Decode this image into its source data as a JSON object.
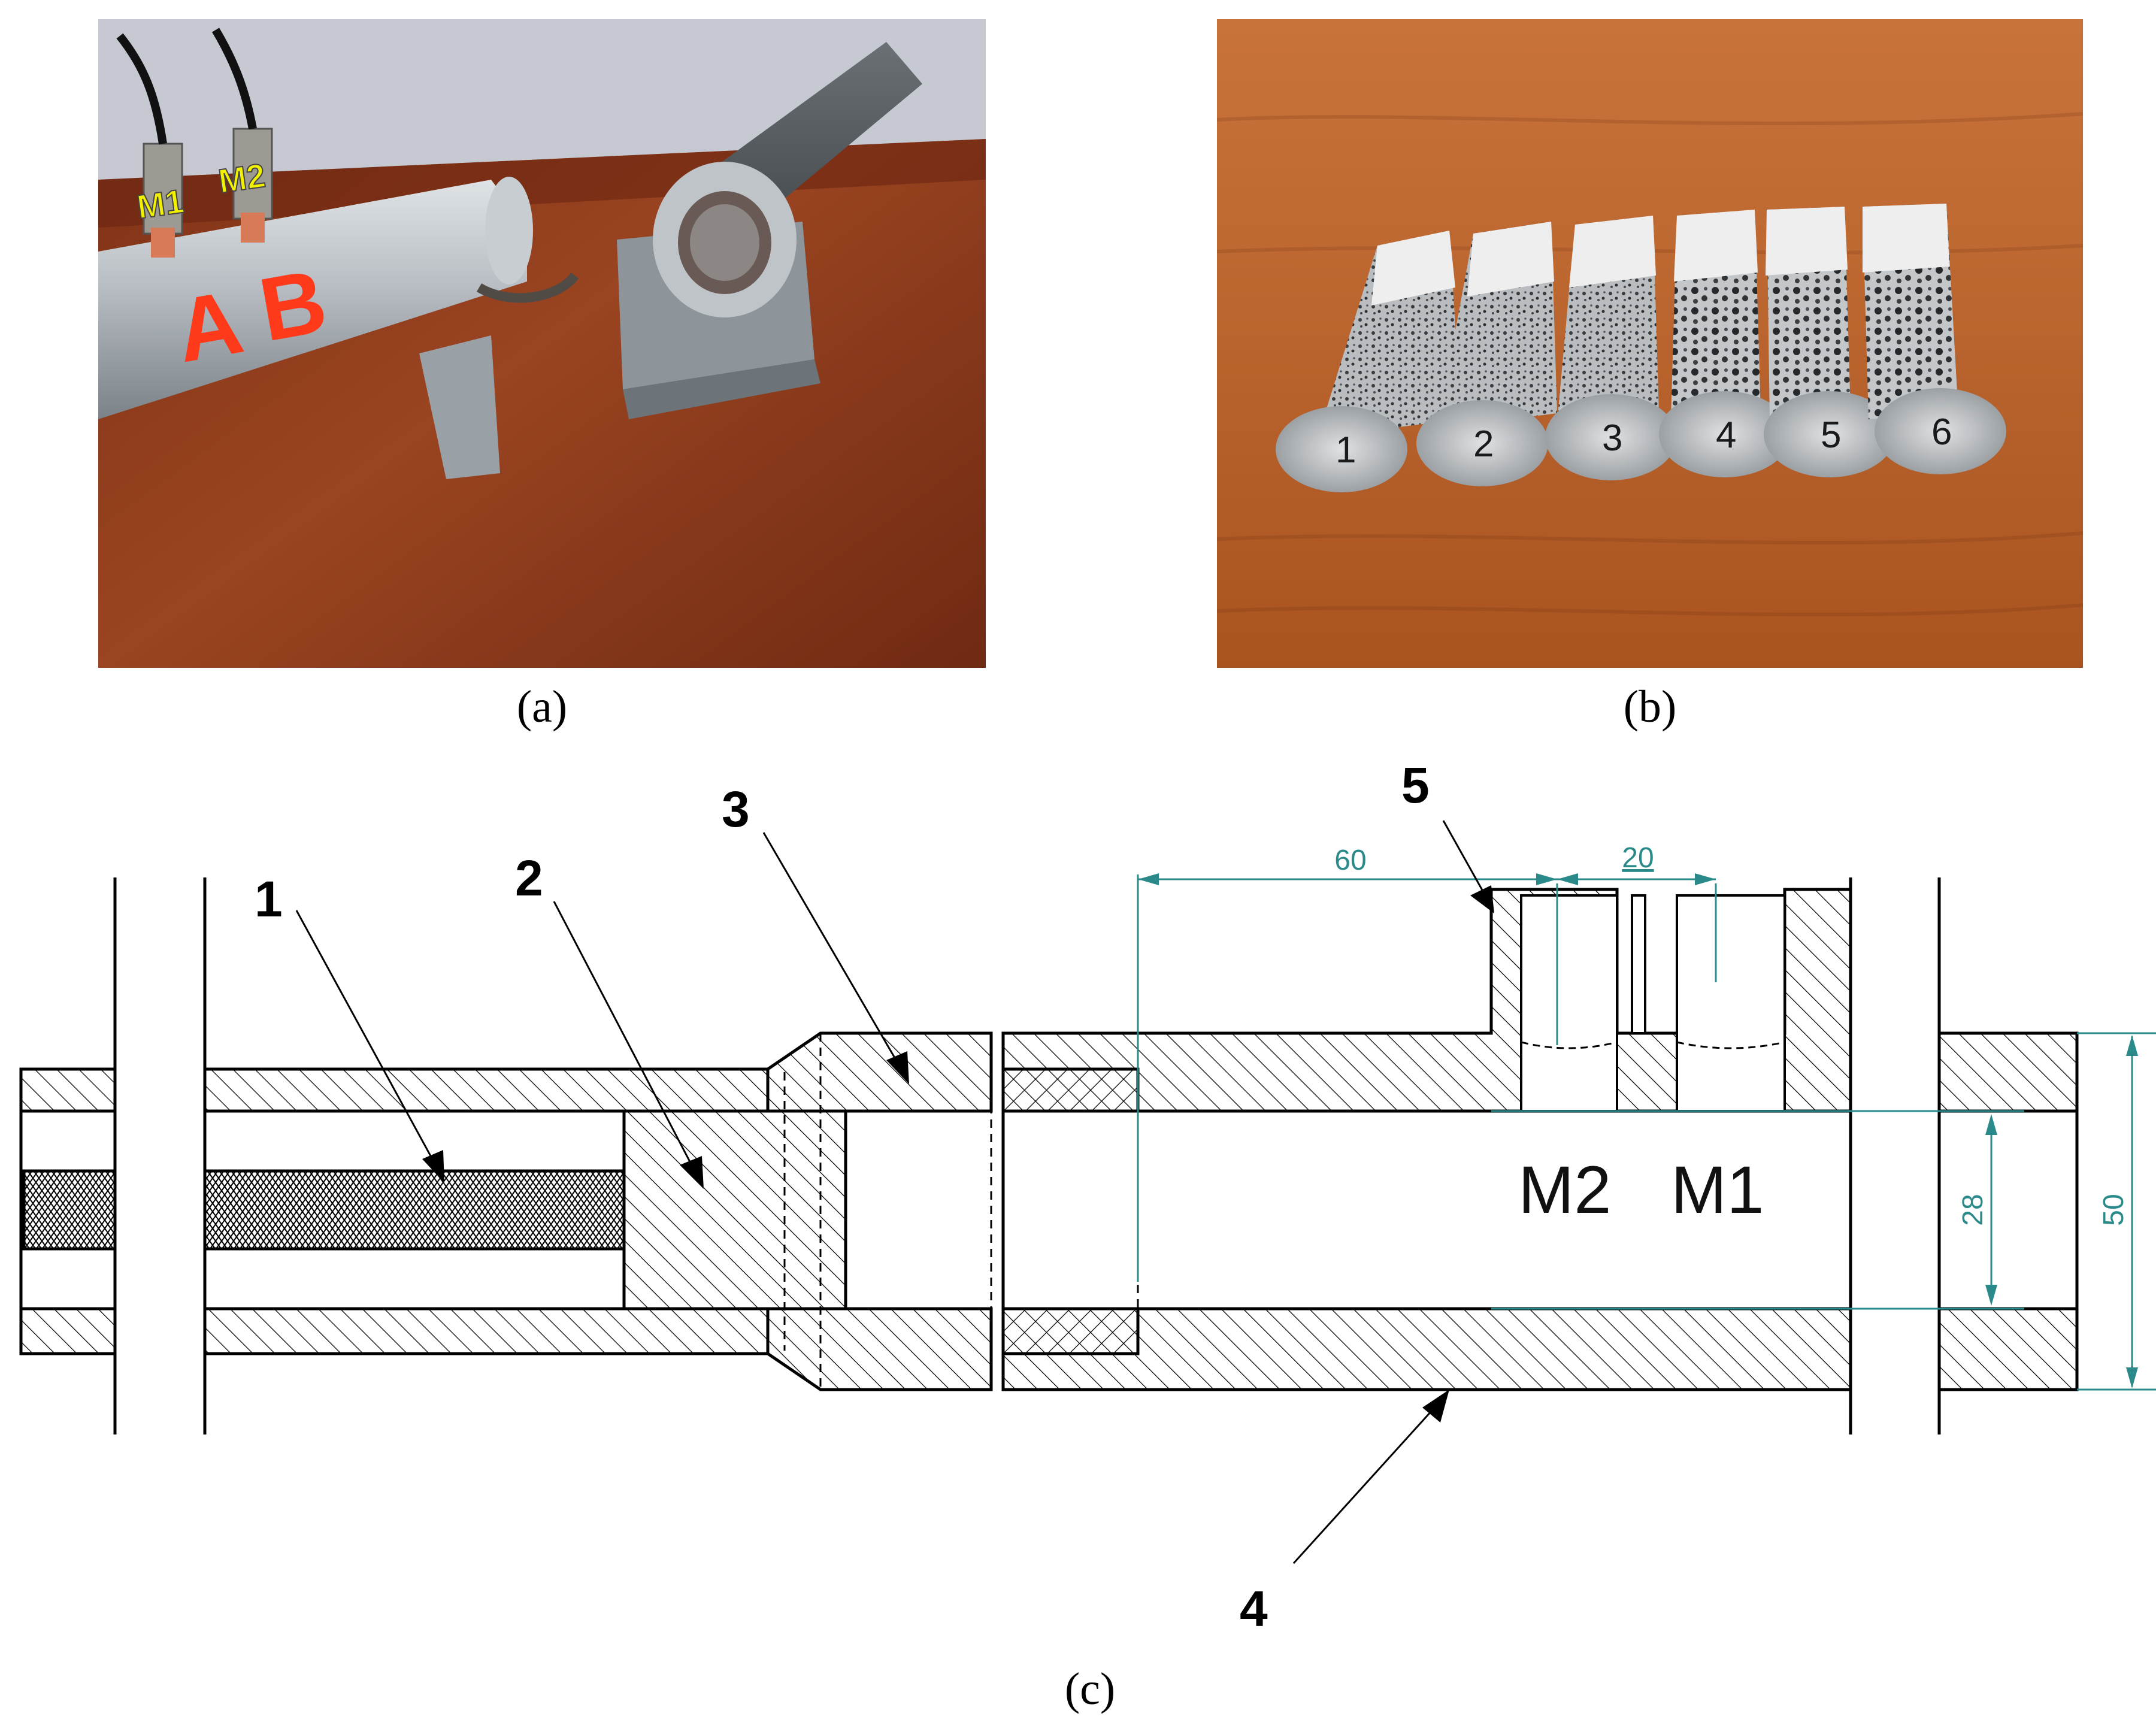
{
  "panels": {
    "a": {
      "caption": "(a)",
      "labels": {
        "m1": "M1",
        "m2": "M2",
        "a": "A",
        "b": "B"
      }
    },
    "b": {
      "caption": "(b)",
      "sample_numbers": [
        "1",
        "2",
        "3",
        "4",
        "5",
        "6"
      ]
    },
    "c": {
      "caption": "(c)",
      "callouts": [
        "1",
        "2",
        "3",
        "4",
        "5"
      ],
      "taps": {
        "m2": "M2",
        "m1": "M1"
      },
      "dimensions": {
        "d60": "60",
        "d20": "20",
        "d28": "28",
        "d50": "50"
      }
    }
  },
  "colors": {
    "table_wood": "#8a3a1c",
    "wall": "#c9ccd4",
    "tube_gray": "#a7adb2",
    "label_yellow": "#f2f200",
    "label_red": "#ff3a1a",
    "dimension_teal": "#2a8a8a"
  }
}
